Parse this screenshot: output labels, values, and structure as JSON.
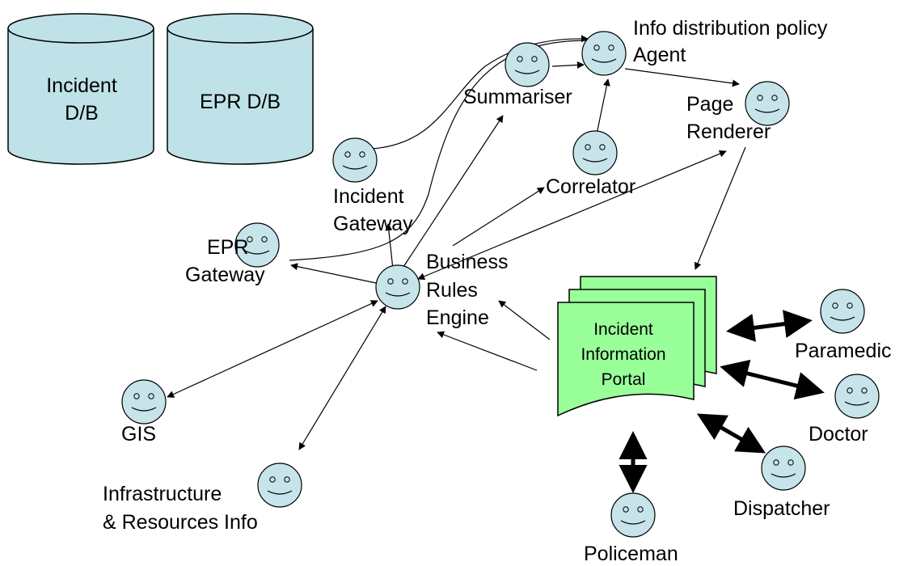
{
  "databases": {
    "incident": {
      "line1": "Incident",
      "line2": "D/B"
    },
    "epr": {
      "line1": "EPR D/B"
    }
  },
  "agents": {
    "info_distribution": {
      "line1": "Info distribution policy",
      "line2": "Agent"
    },
    "summariser": {
      "label": "Summariser"
    },
    "page_renderer": {
      "line1": "Page",
      "line2": "Renderer"
    },
    "correlator": {
      "label": "Correlator"
    },
    "incident_gateway": {
      "line1": "Incident",
      "line2": "Gateway"
    },
    "epr_gateway": {
      "line1": "EPR",
      "line2": "Gateway"
    },
    "business_rules": {
      "line1": "Business",
      "line2": "Rules",
      "line3": "Engine"
    },
    "gis": {
      "label": "GIS"
    },
    "infrastructure": {
      "line1": "Infrastructure",
      "line2": "& Resources Info"
    },
    "paramedic": {
      "label": "Paramedic"
    },
    "doctor": {
      "label": "Doctor"
    },
    "dispatcher": {
      "label": "Dispatcher"
    },
    "policeman": {
      "label": "Policeman"
    }
  },
  "portal": {
    "line1": "Incident",
    "line2": "Information",
    "line3": "Portal"
  },
  "colors": {
    "db_fill": "#bfe2e8",
    "face_fill": "#c6e4ea",
    "portal_fill": "#99ff99",
    "stroke": "#000000"
  }
}
